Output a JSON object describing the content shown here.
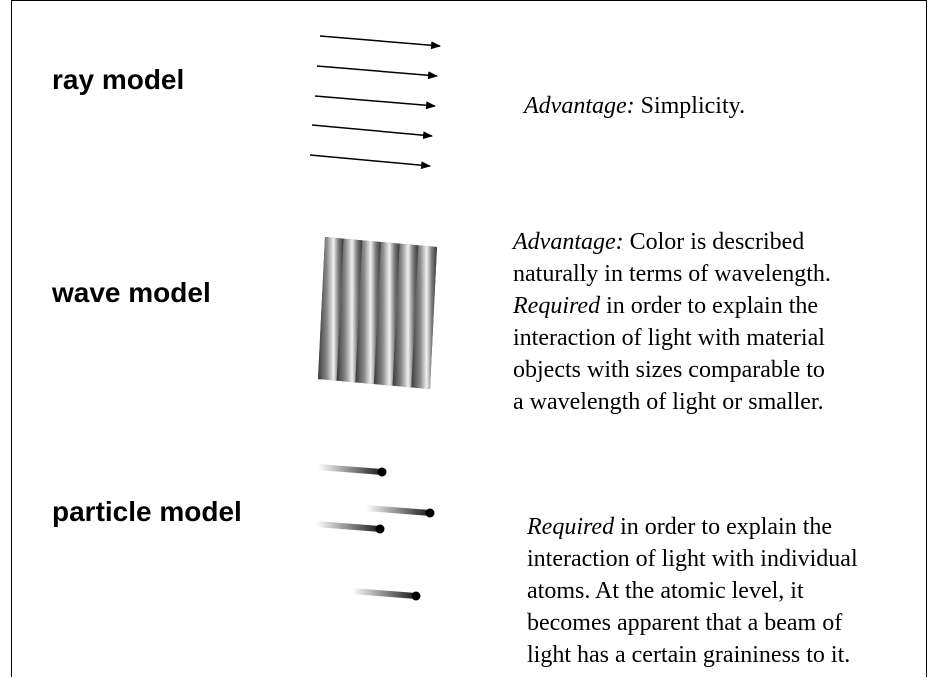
{
  "models": [
    {
      "name": "ray model",
      "description_lines": [
        {
          "em": "Advantage:",
          "text": " Simplicity."
        }
      ]
    },
    {
      "name": "wave model",
      "description_lines": [
        {
          "em": "Advantage:",
          "text": " Color is described"
        },
        {
          "em": "",
          "text": "naturally in terms of wavelength."
        },
        {
          "em": "Required",
          "text": " in order to explain the"
        },
        {
          "em": "",
          "text": "interaction of light with material"
        },
        {
          "em": "",
          "text": "objects with sizes comparable to"
        },
        {
          "em": "",
          "text": "a wavelength of light or smaller."
        }
      ]
    },
    {
      "name": "particle model",
      "description_lines": [
        {
          "em": "Required",
          "text": " in order to explain the"
        },
        {
          "em": "",
          "text": "interaction of light with individual"
        },
        {
          "em": "",
          "text": "atoms. At the atomic level, it"
        },
        {
          "em": "",
          "text": "becomes apparent that a beam of"
        },
        {
          "em": "",
          "text": "light has a certain graininess to it."
        }
      ]
    }
  ]
}
